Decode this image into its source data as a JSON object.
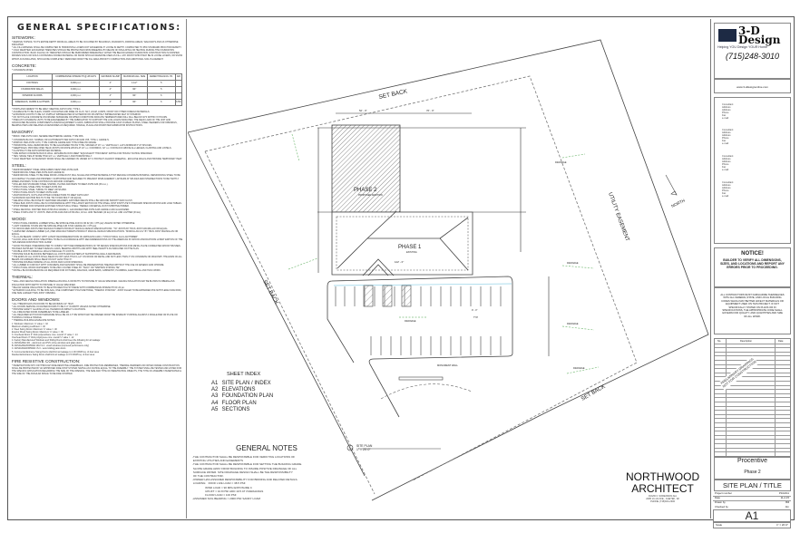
{
  "specs": {
    "title": "GENERAL SPECIFICATIONS:",
    "sections": [
      {
        "title": "SITEWORK:",
        "text": "* REMOVE TOPSOIL TO ITS ENTIRE DEPTH FROM ALL AREAS TO BE OCCUPIED BY BUILDINGS, ROADWAYS, PARKING AREAS, WALKWAYS AND AS OTHERWISE INDICATED.\n* ALL FILL MATERIAL SHALL BE COMPACTED IN HORIZONTAL LAYERS NOT EXCEEDING 8\" LOOSE IN DEPTH. COMPACTED TO 95% STANDARD PROCTOR DENSITY.\n* COLD WEATHER: EXCAVATED TRENCHES SHOULD BE PROTECTED FROM FREEZING BY MEANS OF INSULATING OR HEATING DURING THE FOUNDATION CONSTRUCTION. BACK FILLING OF TRENCHES SHOULD BE PERFORMED IMMEDIATELY AFTER THE BELOW-GRADE FOUNDATION CONSTRUCTION IS FINISHED. FROZEN SOILS OR SOILS CONTAINING FROZEN MATERIAL OR SNOW SHOULD NEVER BE USED AS FILL. ANY FROST WHICH MAY BE IN LOOSE LAYERS, OR SNOW WHICH ACCUMULATES, SHOULD BE COMPLETELY REMOVED FROM THE FILL AREA PRIOR TO COMPACTION AND ADDITIONAL SOIL PLACEMENT."
      },
      {
        "title": "CONCRETE:",
        "text": "* CONCRETE MIXES:"
      }
    ],
    "concrete_table": {
      "headers": [
        "LOCATION",
        "COMPRESSIVE STRENGTH @ 28 DAYS",
        "MAXIMUM SLUMP",
        "MAXIMUM AGG. SIZE",
        "CEMENT BAGS/CU.YD.",
        "AIR"
      ],
      "rows": [
        [
          "FOOTINGS",
          "3,000 p.s.i.",
          "4\"",
          "1-1/2\"",
          "5",
          ""
        ],
        [
          "FOUNDATION WALLS",
          "3,000 p.s.i.",
          "4\"",
          "3/4\"",
          "5",
          ""
        ],
        [
          "INTERIOR FLOORS",
          "4,000 p.s.i.",
          "4\"",
          "3/4\"",
          "6",
          ""
        ],
        [
          "SIDEWALKS, CURBS & GUTTERS",
          "4,000 p.s.i.",
          "4\"",
          "3/4\"",
          "6",
          "6.5%"
        ]
      ]
    },
    "concrete_notes": "* PORTLAND CEMENT TO BE GREY, MEETING ASTM C150, TYPE 1.\n* AGGREGATE TO BE CLEAN, SHARP, UNCOATED AND FREE OF CLAY, SILT, LOAM, LUMPS, FROST OR OTHER FOREIGN MATERIALS.\n* EXPANSION JOINTS TO BE 1/2\" ASPHALT IMPREGNATED AT EXTERIOR OR 3/8 ASPHALT IMPREGNATED FELT AT INTERIOR.\n* DO NOT PLACE CONCRETE ON FROZEN SUBGRADE OR WHEN CONDITIONS INDICATE TEMPERATURES WILL FALL BELOW 40°F WITHIN 72 HOURS.\n* PRECAST CONCRETE UNITS TO BE ENGINEERED BY THE FABRICATOR TO SUPPORT THE LIVE LOADS INDICATED, THE DEAD LOAD OF THE UNIT AND ASSOCIATED BUILDING COMPONENTS AND/OR EQUIPMENT LOADS. FABRICATOR SHALL PROVIDE CAST-IN WELD PLATES, STEEL HEADERS FOR OPENINGS, BEARING PADS AND RELATED ACCESSORIES AS REQUIRED. HANDLE, PLACE AND FINISH PER FABRICATOR INSTRUCTIONS.",
    "masonry_title": "MASONRY:",
    "masonry_text": "* BRICK: PER ASTM C216, SEVERE WEATHERING GRADE, TYPE FBS.\n* CONCRETE BLOCK: NORMAL OR LIGHTWEIGHT PER ASTM C90 AND C55, TYPE 1, GRADE N.\n* MORTAR: PER ASTM C270, TYPE N ABOVE GRADE AND TYPE M BELOW GRADE.\n* HORIZONTAL WALL REINFORCING TO BE GALVANIZED TRUSS TYPE, SPACED AT 16\" o.c. VERTICALLY. LAP A MINIMUM 6\" AT SPLICES.\n* WEEPHOLES: PROVIDE OPEN HEAD JOINTS OR ROPE WICKS AT 24\" o.c. FOR BRICK, 32\" o.c. FOR BLOCK ABOVE ALL LEDGES, FLASHING AND LINTELS.\n* FLASHING TO BE ASTM APPROVED MATERIAL.\n* FIRE RATED CONCRETE BLOCK WALL: ENSURE BLOCKS MEET \"EQUIVALENT THICKNESS\" RATING FOR HOURLY RATING SPECIFIED.\n* TIES: SPACE TIES AT MORE THAN 24\" o.c. VERTICALLY AND HORIZONTALLY.\n* COLD WEATHER: NO MASONRY WORK SHALL BE CARRIED ON UNDER 40° F. PROTECT AGAINST FREEZING - ENCLOSE WALLS AND PROVIDE TEMPORARY HEAT.",
    "steel_title": "STEEL:",
    "steel_text": "* REINFORCEMENT STEEL WIRE FABRIC MESH PER ASTM A185.\n* REINFORCING STEEL PER ASTM A615 GRADE 60.\n* REINFORCING STEEL TO BE FREE FROM LOOSE RUST, MILL SCALE AND OTHER MATERIALS THAT REDUCE CONCRETE BONDING. REINFORCING STEEL TO BE ACCURATELY PLACED AND PROPERLY SUPPORTED AND SECURED TO PREVENT DISPLACEMENT. LAP BARS AT SPLICES AND INTERSECTIONS TO BE TIGHTLY WIRED AND BARS TO BE CONTINUOUS AROUND CORNERS.\n* ROLLED AND STANDARD STEEL SHAPES, PLATES AND BARS TO MEET ASTM A36 (36 k.s.i.).\n* STRUCTURAL STEEL PIPE TO MEET ASTM A53.\n* STRUCTURAL STEEL TUBING TO MEET ASTM A500.\n* STRUCTURAL BOLTS TO MEET ASTM A325.\n* ANCHOR BOLTS, NUTS AND OTHER CONNECTORS TO MEET ASTM A307.\n* EXPANSION ANCHOR BOLTS TO BE \"HILTI KWIK BOLT\" OR EQUAL.\n* WELDING SHALL BE DONE BY CERTIFIED WELDERS. EXPOSED WELDS SHALL BE GROUND SMOOTH AND FLUSH.\n* STEEL BAR JOISTS SHALL BE IN CONFORMANCE WITH THE LATEST EDITION OF THE STEEL JOIST INSTITUTE'S STANDARD SPECIFICATIONS AND LOAD TABLES.\n* SHOP PRIMER FOR INTERIOR EXPOSED STRUCTURAL STEEL: TNEMEC UNIVERSAL RUST INHIBITIVE PRIMER.\n* STEEL DECKING: PAINTED PER ASTM A611 GRADE C, GALVANIZED PER ASTM A446 GRADE A G60 GALVANIZED.\n* STEEL STUDS AND \"C\" JOISTS: PER ASTM A446 AND ASTM A611, 18 GA. AND HEAVIER (40 ksi) 16 GA. AND LIGHTER (33 ksi).",
    "wood_title": "WOOD:",
    "wood_text": "* STRUCTURAL FRAMING LUMBER SHALL BE SPRUCE-PINE-FUR #1 OR #2 (Fb = 875 psi) UNLESS NOTED OTHERWISE.\n* LIGHT FRAMING STUDS MAY BE SPRUCE-PINE-FUR STUD GRADE (Fb = 675 psi).\n* PLYWOOD WEB JOISTS PER MANUFACTURER'S PRODUCT MANUAL DESIGN SPECIFICATIONS. \"TJI\" JOISTS BY TRUS JOIST MACMILLAN OR EQUAL.\n* LAMINATED VENEER LUMBER (LVL) PER MANUFACTURER'S PRODUCT MANUAL DESIGN SPECIFICATIONS. \"MICROLLAM LVL\" BY TRUS JOIST MACMILLAN OR EQUAL.\n* GLU-LAM BEAMS: COMPLY WITH LATEST RECOMMENDATIONS OF AWPA/ANSI A190.1 \"STRUCTURAL GLU-LAM TIMBER\".\n* FLOOR, WALL AND ROOF SHEATHING TO BE IN ACCORDANCE WITH RECOMMENDATIONS OF THE AMERICAN PLYWOOD ASSOCIATIONS LATEST EDITION OF THE \"APA DESIGN/CONSTRUCTION GUIDE\".\n* WOOD TRUSSES: PREFABRICATED TO COMPLY WITH RECOMMENDATIONS OF TPI DESIGN SPECIFICATIONS FOR METAL PLATE CONNECTED WOOD TRUSSES. TRUSSES SUPPLIED TO MEET DESIGN LOADS, BEARING WIDTHS AND WITH HEEL HEIGHTS AS INDICATED ON THE PLAN.\n* DOUBLE JOISTS UNDER ALL WALLS PARALLEL TO JOISTS.\n* PROVIDE SOLID BLOCKING BETWEEN ALL JOISTS AND RAFTERS AT SUPPORTING WALLS AND BEAMS.\n* THE ENDS OF ALL JOISTS SHALL BEAR ON NOT LESS THAN 1-1/2\" ON WOOD OR METAL AND NOT LESS THAN 3\" ON CONCRETE OR MASONRY. THE ENDS OF ALL BEAMS OR GIRDERS SHALL BEAR ON NOT LESS THAN 3\".\n* PROVIDE DOUBLE FRAMING AT ALL ROOF AND FLOOR OPENINGS.\n* ALL LUMBER IN CONTACT WITH CONCRETE AND MASONRY SHALL BE PRESERVATIVE TREATED WITHOUT THE USE OF ARSENIC AND CHROME.\n* STRUCTURAL WOOD FASTENERS TO BE ZINC COATED STEEL BY \"TECO\" OR \"SIMPSON STRONG TIE\".\n* INSTALL BLOCKING/BACKING AS REQUIRED FOR FIXTURES, RAILINGS, GRAB BARS, CABINETRY, PLUMBING, ELECTRICAL AND HVAC WORK.",
    "thermal_title": "THERMAL:",
    "thermal_text": "* WALL AND CEILING INSULATION: FIBERGLASS ROLLS OR BATTS TO PROVIDE 'R' VALUE SPECIFIED. CEILING INSULATION MAY BE BLOWN IN FIBERGLASS INSULATION WITH DEPTH TO PROVIDE 'R' VALUE SPECIFIED.\n* BELOW GRADE INSULATION TO BE EXTRUDED POLYSTYRENE WITH COMPRESSIVE STRENGTH OF 20 psi.\n* EXTERIOR CAULKING: TO BE NON-SAG, ONE COMPONENT POLYURETHANE, \"TREMCO DYMONIC\". JOINT FILLER TO BE EXPANDED POLYETHYLENE FOAM ROD, ONE SIZE LARGER THAN JOINT OPENING.",
    "doors_title": "DOORS AND WINDOWS:",
    "doors_text": "* ALL THRESHOLDS ON DOORS TO BE MAXIMUM 1/2\" HIGH.\n* ALL DOORS SERVING OCCUPIED ROOMS TO BE 3'-0\" IN WIDTH UNLESS NOTED OTHERWISE.\n* PROVIDE SAFETY GLAZING AT ALL HAZARDOUS IMPACT LOCATIONS.\n* ALL FIRE RATED DOOR ASSEMBLIES TO BE LABELED.\n* ALL REQUIRED EXIT DOOR HARDWARE SHALL BE OF A TYPE WHICH MAY BE OPENED FROM THE INSIDE BY PUSHING AGAINST A SINGLE BAR OR PLATE OR TURNING A SINGLE HANDLE.\n* THERMAL BUILDING ENVELOPE NOTES:\n   1. Windows: Maximum 'U' value = .32\n        Maximum shading coefficient = .40\n   2. Steel Swing Doors: Maximum 'U' value = .40\n      Exterior Wood Swing Doors: Maximum 'U' value = .39\n   3. Overhead Doors 2\" thick polyurethane core: overall 'U' value = .14\n      Overhead Doors 3\" thick polystyrene core: overall 'U' value = .12\n   4. Factory Manufactured Windows and Sliding Doors shall meet the following for air leakage:\n      A. ANSI/AAMA 101 - aluminum and PVC prime windows and glass doors\n      B. ANSI/AAMA/NWWDA 101/I.S.2 - wood windows (improved performance only)\n      C. ANSI/AAMA/NWWDA I.S.3 - wood sliding patio doors\n   5. Commercial Entrance Swing Doors shall limit air leakage to 1.00 CFM/ft sq. of door area\n      Residential Entrance Swing Doors shall limit air leakage to 0.5 CFM/ft sq. of door area",
    "fire_title": "FIRE RESISTIVE CONSTRUCTION:",
    "fire_text": "* PENETRATIONS INTO OR THROUGH FIRE-RESISTIVE ASSEMBLIES, FIRE PROTECTIVE MEMBRANES, THERMAL BARRIERS OR NOTED FRAME CONSTRUCTION SHALL BE PROTECTED BY AN APPROVED FIRE-STOP SYSTEM HAVING AN F RATING EQUAL TO THE ASSEMBLY. THE SYSTEM SHALL BE TESTED AND LISTED FOR THE SPECIFIC APPLICATION REGARDING THE SIZE OF THE OPENING, THE SIZE AND TYPE OF PENETRATING OBJECTS, THE TYPE OF ASSEMBLY PENETRATED & THE SIZE OF THE ANNULAR SPACE TO BE FIRE STOPPED."
  },
  "drawing": {
    "labels": {
      "set_back_top": "SET BACK",
      "set_back_left": "SET BACK",
      "set_back_bottom": "SET BACK",
      "utility_easement": "UTILITY EASEMENT",
      "north": "NORTH",
      "phase2": "PHASE 2",
      "phase2_sub": "PROPOSED ADDITION",
      "phase1": "PHASE 1",
      "phase1_sub": "EXISTING",
      "monument_wall": "MONUMENT WALL",
      "drainage": "DRAINAGE",
      "dim_top_left": "52' - 0\"",
      "dim_top_right": "76' - 0\"",
      "dim_phase1": "122' - 0\"",
      "dim_stall": "9' - 0\"",
      "dim_typ": "TYP."
    },
    "view_label": {
      "number": "1",
      "title": "SITE PLAN",
      "scale": "1\" = 20'-0\""
    }
  },
  "sheet_index": {
    "title": "SHEET INDEX",
    "items": [
      {
        "code": "A1",
        "name": "SITE PLAN / INDEX"
      },
      {
        "code": "A2",
        "name": "ELEVATIONS"
      },
      {
        "code": "A3",
        "name": "FOUNDATION PLAN"
      },
      {
        "code": "A4",
        "name": "FLOOR PLAN"
      },
      {
        "code": "A5",
        "name": "SECTIONS"
      }
    ]
  },
  "general_notes": {
    "title": "GENERAL NOTES",
    "text": "-THE CONTRACTOR SHALL BE RESPONSIBLE FOR VERIFYING LOCATIONS OF\n EXISTING UTILITIES AND EASEMENTS\n-THE CONTRACTOR SHALL BE RESPONSIBLE FOR SETTING THE BUILDING GRADE.\n SLOPE GRADE AWAY FROM BUILDING TO INSURE POSITIVE DRAINAGE OF ALL\n SURFACE WATER. SITE DRAINAGE DESIGN SHALL BE THE RESPONSIBILITY\n OF THE CONTRACTOR.\n-OWNER HAS ASSUMED RESPONSIBILITY FOR BIDDING AND RELATED DETAILS.\n LOADING:   ROOF LIVE LOAD = 38.5 PSF\n                 WIND LOAD = 90 MPH EXPOSURE C\n                 UPLIFT = 10.8 PSF ADD 10.5 AT OVERHANGS\n                 FLOOR LOAD = 100 PSF\n-ASSUMED SOIL BEARING = 2000 PSF SANDY LOAM"
  },
  "architect": {
    "name_line1": "NORTHWOOD",
    "name_line2": "ARCHITECT",
    "info": "DAVID F. SORENSON AIA\n2295 10-1/2 AVE., CHETEK, WI\nPHONE (715)924-2300"
  },
  "title_block": {
    "logo_word": "3-D Design",
    "tagline": "Helping YOU Design YOUR Home",
    "phone": "(715)248-3010",
    "website": "www.3-ddesignonline.com",
    "consultants": [
      "Consultant\nAddress\nAddress\nPhone\nFax\ne-mail",
      "Consultant\nAddress\nAddress\nPhone\nFax\ne-mail",
      "Consultant\nAddress\nAddress\nPhone\nFax\ne-mail",
      "Consultant\nAddress\nAddress\nPhone\nFax\ne-mail"
    ],
    "notice_title": "NOTICE!",
    "notice_text": "BUILDER TO VERIFY ALL DIMENSIONS, SIZES, AND LOCATIONS AND REPORT ANY ERRORS PRIOR TO PROCEEDING.",
    "compliance_text": "ALL CONTRACTORS MUST FAMILIARIZE THEMSELVES WITH ALL FEDERAL,STATE, AND LOCAL BUILDING CODES WHICH MAY BETTER AFFECT MATERIALS OR EQUIPMENT USED ON THIS PROJECT. IF NOT SPECIFICALLY STATED ON PLANS OR IN SPECIFICATIONS, THE APPROPRIATE CODE SHALL GOVERN FOR QUALITY, AND QUANTITIES AND SIZE OF ALL WORK.",
    "revision_headers": [
      "No.",
      "Description",
      "Date"
    ],
    "stamp": "PRELIMINARY DRAWINGS\nNOT FOR CONSTRUCTION",
    "client": "Procentive",
    "phase": "Phase 2",
    "sheet_title": "SITE PLAN / TITLE",
    "fields": [
      {
        "key": "Project number",
        "value": "P102411"
      },
      {
        "key": "Date",
        "value": "11-2-15"
      },
      {
        "key": "Drawn by",
        "value": "Bill"
      },
      {
        "key": "Checked by",
        "value": "Jim"
      }
    ],
    "sheet_number": "A1",
    "scale_key": "Scale",
    "scale_value": "1\" = 20'-0\""
  },
  "colors": {
    "line": "#444444",
    "hatch": "#777777",
    "drainage": "#7fbf7f",
    "logo_dark": "#1d2a44",
    "curb_blue": "#8fd0e6"
  }
}
